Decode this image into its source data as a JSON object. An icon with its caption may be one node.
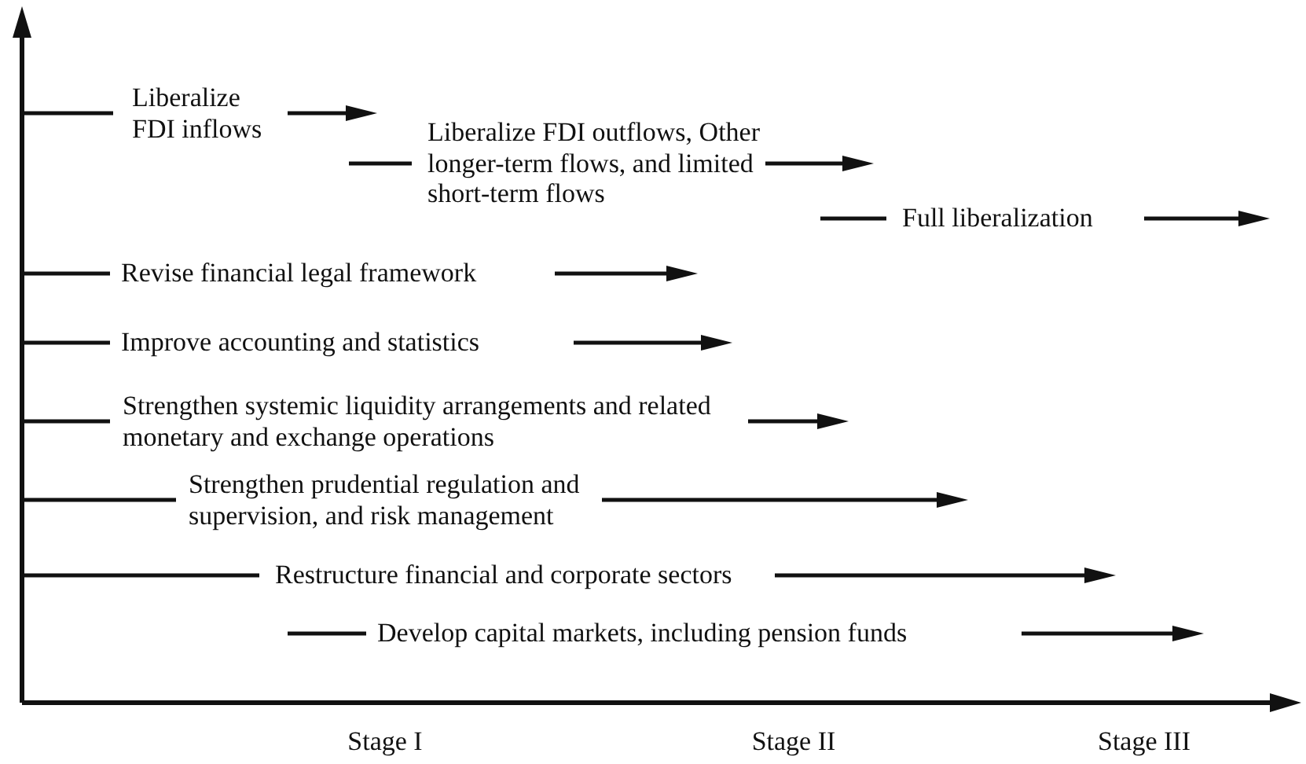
{
  "diagram": {
    "labels": [
      "Liberalize FDI inflows",
      "Liberalize FDI outflows, Other longer-term flows, and limited short-term flows",
      "Full liberalization",
      "Revise financial legal framework",
      "Improve accounting and statistics",
      "Strengthen systemic liquidity arrangements and related monetary and exchange operations",
      "Strengthen prudential regulation and supervision, and risk management",
      "Restructure financial and corporate sectors",
      "Develop capital markets, including pension funds",
      "Stage I",
      "Stage II",
      "Stage III"
    ]
  }
}
